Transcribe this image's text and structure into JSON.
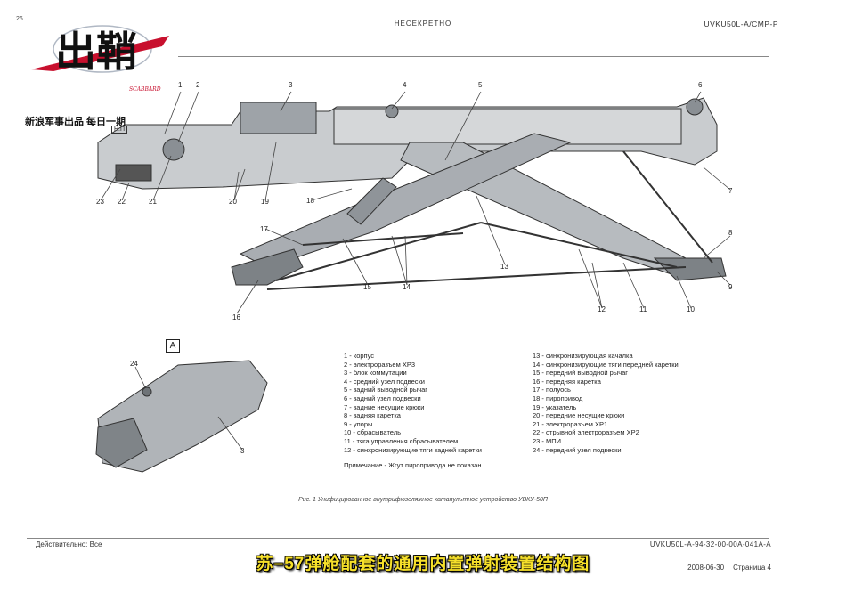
{
  "header": {
    "page_number": "26",
    "classification": "НЕСЕКРЕТНО",
    "doc_id": "UVKU50L-A/CMP-P"
  },
  "logo": {
    "glyphs": "出鞘",
    "brand": "SCABBARD",
    "tagline": "新浪军事出品 每日一期"
  },
  "figure": {
    "callouts": [
      "1",
      "2",
      "3",
      "4",
      "5",
      "6",
      "7",
      "8",
      "9",
      "10",
      "11",
      "12",
      "13",
      "14",
      "15",
      "16",
      "17",
      "18",
      "19",
      "20",
      "21",
      "22",
      "23",
      "24"
    ],
    "inset_label": "A",
    "inset_callouts": [
      "24",
      "3"
    ],
    "h_label": "H.П"
  },
  "legend": {
    "left": [
      "1 - корпус",
      "2 - электроразъем ХР3",
      "3 - блок коммутации",
      "4 - средний узел подвески",
      "5 - задний выводной рычаг",
      "6 - задний узел подвески",
      "7 - задние несущие крюки",
      "8 - задняя каретка",
      "9 - упоры",
      "10 - сбрасыватель",
      "11 - тяга управления сбрасывателем",
      "12 - синхронизирующие тяги задней каретки"
    ],
    "right": [
      "13 - синхронизирующая качалка",
      "14 - синхронизирующие тяги передней каретки",
      "15 - передний выводной рычаг",
      "16 - передняя каретка",
      "17 - полуось",
      "18 - пиропривод",
      "19 - указатель",
      "20 - передние несущие крюки",
      "21 - электроразъем ХР1",
      "22 - отрывной электроразъем ХР2",
      "23 - МПИ",
      "24 - передний узел подвески"
    ],
    "note": "Примечание - Жгут пиропривода не показан"
  },
  "caption": "Рис. 1   Унифицированное внутрифюзеляжное катапультное устройство УВКУ-50П",
  "footer": {
    "validity": "Действительно: Все",
    "doc_ref": "UVKU50L-A-94-32-00-00A-041A-A",
    "date": "2008-06-30",
    "page": "Страница 4"
  },
  "banner": "苏–57弹舱配套的通用内置弹射装置结构图",
  "colors": {
    "logo_red": "#c8102e",
    "banner_yellow": "#f6e02a",
    "line_gray": "#888888"
  }
}
